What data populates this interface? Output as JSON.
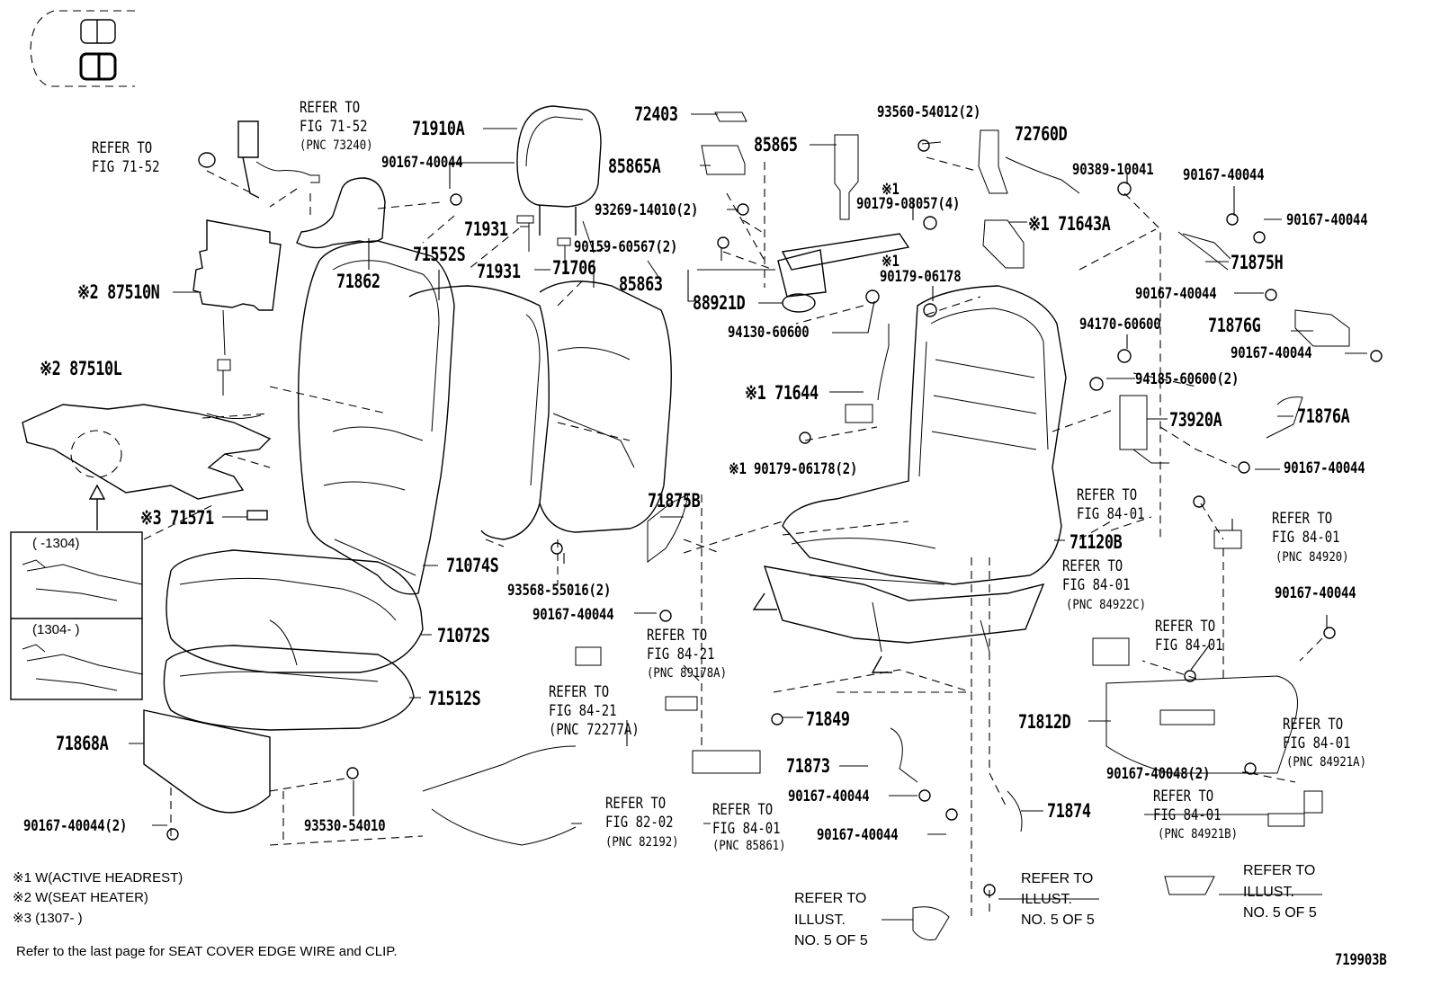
{
  "diagram_id": "719903B",
  "labels": {
    "p71910A": "71910A",
    "p90167_40044_a": "90167-40044",
    "p71931_a": "71931",
    "p71931_b": "71931",
    "p71706": "71706",
    "p71552S": "71552S",
    "p71862": "71862",
    "p87510N": "※2 87510N",
    "p87510L": "※2 87510L",
    "p71571": "※3 71571",
    "p71074S": "71074S",
    "p71072S": "71072S",
    "p71512S": "71512S",
    "p71868A": "71868A",
    "p90167_40044_2": "90167-40044(2)",
    "p93530_54010": "93530-54010",
    "p72403": "72403",
    "p85865A": "85865A",
    "p93269": "93269-14010(2)",
    "p90159": "90159-60567(2)",
    "p85865": "85865",
    "p85863": "85863",
    "p88921D": "88921D",
    "p94130": "94130-60600",
    "p93560": "93560-54012(2)",
    "p90179_08057": "90179-08057(4)",
    "p90179_08057_mark": "※1",
    "p72760D": "72760D",
    "p71643A": "※1 71643A",
    "p90179_06178": "90179-06178",
    "p90179_06178_mark": "※1",
    "p90389": "90389-10041",
    "p90167_40044_b": "90167-40044",
    "p90167_40044_c": "90167-40044",
    "p71875H": "71875H",
    "p90167_40044_d": "90167-40044",
    "p71876G": "71876G",
    "p90167_40044_e": "90167-40044",
    "p94170": "94170-60600",
    "p94185": "94185-60600(2)",
    "p71644": "※1 71644",
    "p73920A": "73920A",
    "p71876A": "71876A",
    "p90179_06178_2": "※1 90179-06178(2)",
    "p90167_40044_f": "90167-40044",
    "p71120B": "71120B",
    "p71875B": "71875B",
    "p93568": "93568-55016(2)",
    "p90167_40044_g": "90167-40044",
    "p71849": "71849",
    "p71873": "71873",
    "p90167_40044_h": "90167-40044",
    "p90167_40044_i": "90167-40044",
    "p71874": "71874",
    "p90167_40044_j": "90167-40044",
    "p71812D": "71812D",
    "p90167_40048": "90167-40048(2)"
  },
  "refs": {
    "r1": {
      "line1": "REFER TO",
      "line2": "FIG 71-52",
      "pnc": "(PNC 73240)"
    },
    "r2": {
      "line1": "REFER TO",
      "line2": "FIG 71-52"
    },
    "r3": {
      "line1": "REFER TO",
      "line2": "FIG 84-21",
      "pnc": "(PNC 89178A)"
    },
    "r4": {
      "line1": "REFER TO",
      "line2": "FIG 84-21",
      "pnc": "(PNC 72277A)"
    },
    "r5": {
      "line1": "REFER TO",
      "line2": "FIG 82-02",
      "pnc": "(PNC 82192)"
    },
    "r6": {
      "line1": "REFER TO",
      "line2": "FIG 84-01",
      "pnc": "(PNC 85861)"
    },
    "r7": {
      "line1": "REFER TO",
      "line2": "FIG 84-01"
    },
    "r8": {
      "line1": "REFER TO",
      "line2": "FIG 84-01",
      "pnc": "(PNC 84920)"
    },
    "r9": {
      "line1": "REFER TO",
      "line2": "FIG 84-01",
      "pnc": "(PNC 84922C)"
    },
    "r10": {
      "line1": "REFER TO",
      "line2": "FIG 84-01"
    },
    "r11": {
      "line1": "REFER TO",
      "line2": "FIG 84-01",
      "pnc": "(PNC 84921A)"
    },
    "r12": {
      "line1": "REFER TO",
      "line2": "FIG 84-01",
      "pnc": "(PNC 84921B)"
    }
  },
  "illust_refs": {
    "i1": {
      "line1": "REFER TO",
      "line2": "ILLUST.",
      "line3": "NO. 5 OF 5"
    },
    "i2": {
      "line1": "REFER TO",
      "line2": "ILLUST.",
      "line3": "NO. 5 OF 5"
    },
    "i3": {
      "line1": "REFER TO",
      "line2": "ILLUST.",
      "line3": "NO. 5 OF 5"
    }
  },
  "inset": {
    "top": "(       -1304)",
    "bottom": "(1304-       )"
  },
  "notes": {
    "n1": "※1 W(ACTIVE HEADREST)",
    "n2": "※2 W(SEAT HEATER)",
    "n3": "※3 (1307-         )",
    "footer": "Refer to the last page for SEAT COVER EDGE WIRE and CLIP."
  }
}
